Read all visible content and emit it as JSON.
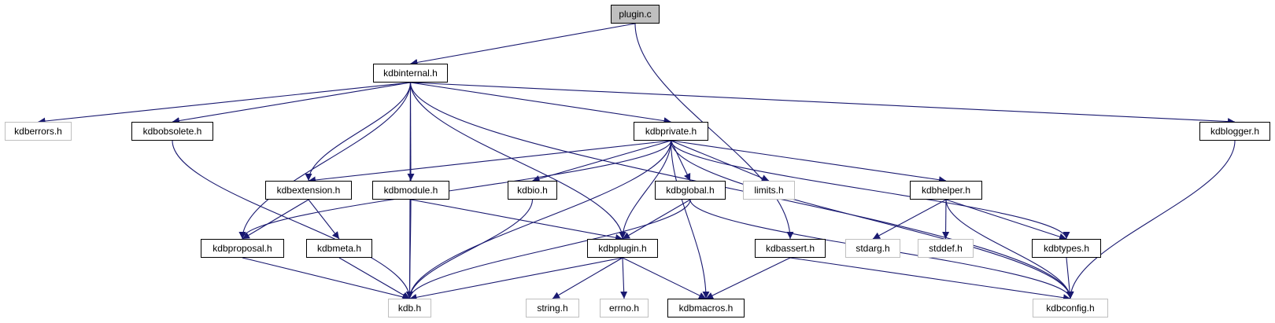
{
  "colors": {
    "edge": "#191970",
    "node_border": "#000000",
    "external_border": "#bfbfbf",
    "root_fill": "#bfbfbf"
  },
  "nodes": {
    "plugin_c": {
      "label": "plugin.c"
    },
    "kdbinternal_h": {
      "label": "kdbinternal.h"
    },
    "kdberrors_h": {
      "label": "kdberrors.h"
    },
    "kdbobsolete_h": {
      "label": "kdbobsolete.h"
    },
    "kdbprivate_h": {
      "label": "kdbprivate.h"
    },
    "kdblogger_h": {
      "label": "kdblogger.h"
    },
    "kdbextension_h": {
      "label": "kdbextension.h"
    },
    "kdbmodule_h": {
      "label": "kdbmodule.h"
    },
    "kdbio_h": {
      "label": "kdbio.h"
    },
    "kdbglobal_h": {
      "label": "kdbglobal.h"
    },
    "limits_h": {
      "label": "limits.h"
    },
    "kdbhelper_h": {
      "label": "kdbhelper.h"
    },
    "kdbproposal_h": {
      "label": "kdbproposal.h"
    },
    "kdbmeta_h": {
      "label": "kdbmeta.h"
    },
    "kdbplugin_h": {
      "label": "kdbplugin.h"
    },
    "kdbassert_h": {
      "label": "kdbassert.h"
    },
    "stdarg_h": {
      "label": "stdarg.h"
    },
    "stddef_h": {
      "label": "stddef.h"
    },
    "kdbtypes_h": {
      "label": "kdbtypes.h"
    },
    "kdb_h": {
      "label": "kdb.h"
    },
    "string_h": {
      "label": "string.h"
    },
    "errno_h": {
      "label": "errno.h"
    },
    "kdbmacros_h": {
      "label": "kdbmacros.h"
    },
    "kdbconfig_h": {
      "label": "kdbconfig.h"
    }
  },
  "edges": [
    [
      "plugin_c",
      "kdbinternal_h"
    ],
    [
      "plugin_c",
      "kdbassert_h"
    ],
    [
      "kdbinternal_h",
      "kdberrors_h"
    ],
    [
      "kdbinternal_h",
      "kdbobsolete_h"
    ],
    [
      "kdbinternal_h",
      "kdbprivate_h"
    ],
    [
      "kdbinternal_h",
      "kdblogger_h"
    ],
    [
      "kdbinternal_h",
      "kdbextension_h"
    ],
    [
      "kdbinternal_h",
      "kdbmodule_h"
    ],
    [
      "kdbinternal_h",
      "kdbproposal_h"
    ],
    [
      "kdbinternal_h",
      "kdbplugin_h"
    ],
    [
      "kdbinternal_h",
      "kdb_h"
    ],
    [
      "kdbinternal_h",
      "kdbconfig_h"
    ],
    [
      "kdbobsolete_h",
      "kdb_h"
    ],
    [
      "kdbprivate_h",
      "kdbextension_h"
    ],
    [
      "kdbprivate_h",
      "kdbio_h"
    ],
    [
      "kdbprivate_h",
      "kdbglobal_h"
    ],
    [
      "kdbprivate_h",
      "limits_h"
    ],
    [
      "kdbprivate_h",
      "kdbhelper_h"
    ],
    [
      "kdbprivate_h",
      "kdbproposal_h"
    ],
    [
      "kdbprivate_h",
      "kdbplugin_h"
    ],
    [
      "kdbprivate_h",
      "kdb_h"
    ],
    [
      "kdbprivate_h",
      "kdbmacros_h"
    ],
    [
      "kdbprivate_h",
      "kdbtypes_h"
    ],
    [
      "kdbprivate_h",
      "kdbconfig_h"
    ],
    [
      "kdblogger_h",
      "kdbconfig_h"
    ],
    [
      "kdbextension_h",
      "kdbproposal_h"
    ],
    [
      "kdbextension_h",
      "kdbmeta_h"
    ],
    [
      "kdbmodule_h",
      "kdbplugin_h"
    ],
    [
      "kdbmodule_h",
      "kdb_h"
    ],
    [
      "kdbio_h",
      "kdb_h"
    ],
    [
      "kdbglobal_h",
      "kdbplugin_h"
    ],
    [
      "kdbglobal_h",
      "kdb_h"
    ],
    [
      "kdbglobal_h",
      "kdbconfig_h"
    ],
    [
      "kdbhelper_h",
      "stdarg_h"
    ],
    [
      "kdbhelper_h",
      "stddef_h"
    ],
    [
      "kdbhelper_h",
      "kdbtypes_h"
    ],
    [
      "kdbhelper_h",
      "kdbconfig_h"
    ],
    [
      "kdbproposal_h",
      "kdb_h"
    ],
    [
      "kdbmeta_h",
      "kdb_h"
    ],
    [
      "kdbplugin_h",
      "kdb_h"
    ],
    [
      "kdbplugin_h",
      "string_h"
    ],
    [
      "kdbplugin_h",
      "errno_h"
    ],
    [
      "kdbplugin_h",
      "kdbmacros_h"
    ],
    [
      "kdbassert_h",
      "kdbmacros_h"
    ],
    [
      "kdbassert_h",
      "kdbconfig_h"
    ],
    [
      "kdbtypes_h",
      "kdbconfig_h"
    ]
  ]
}
